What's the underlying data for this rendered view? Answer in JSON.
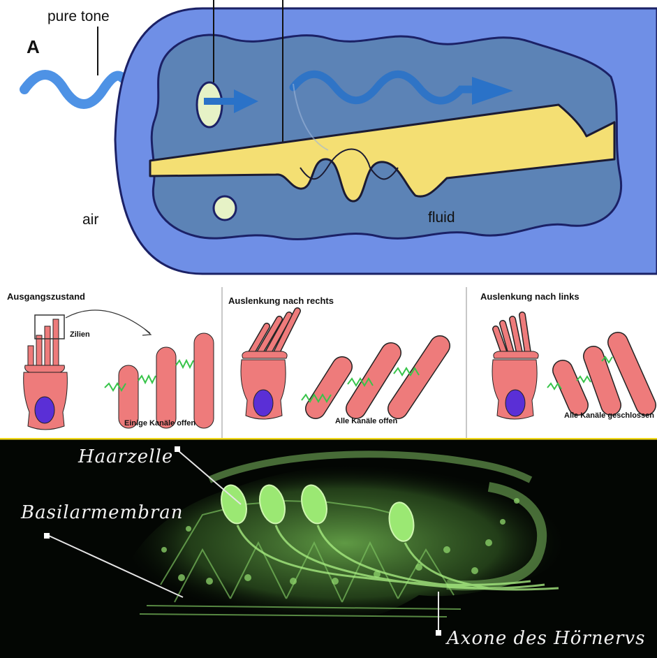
{
  "panel_a": {
    "letter": "A",
    "pure_tone": "pure tone",
    "air": "air",
    "fluid": "fluid",
    "colors": {
      "outer": "#6f8fe6",
      "inner": "#5f86b8",
      "membrane": "#f4df73",
      "arrow": "#2a72c8"
    }
  },
  "panel_b": {
    "states": [
      {
        "title": "Ausgangszustand",
        "zoom_label": "Zilien",
        "caption": "Einige Kanäle offen"
      },
      {
        "title": "Auslenkung nach rechts",
        "caption": "Alle Kanäle offen"
      },
      {
        "title": "Auslenkung nach links",
        "caption": "Alle Kanäle geschlossen"
      }
    ],
    "colors": {
      "cell": "#ee7b7b",
      "nucleus": "#5a2fd6",
      "spring": "#38c44a"
    }
  },
  "panel_c": {
    "hair_cell": "Haarzelle",
    "basilar_membrane": "Basilarmembran",
    "axons": "Axone des Hörnervs",
    "colors": {
      "glow": "#8ee06a",
      "frame": "#f2d91a"
    }
  }
}
